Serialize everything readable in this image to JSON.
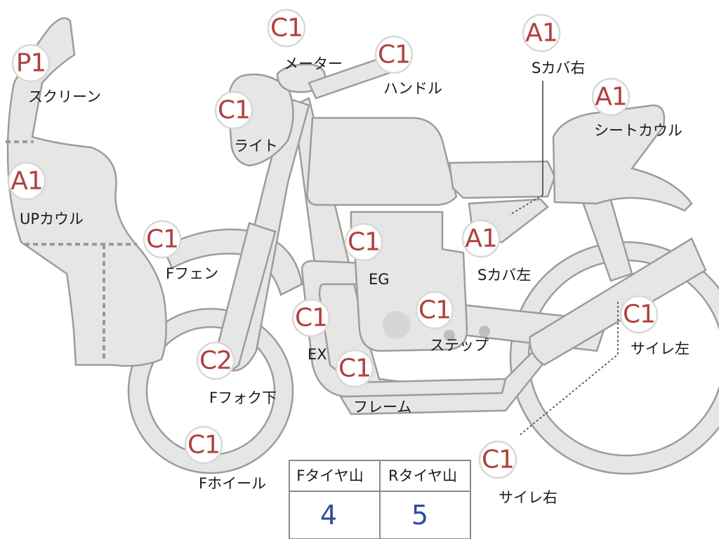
{
  "colors": {
    "badge_text": "#b0413e",
    "part_fill": "#e6e6e4",
    "outline": "#9c9c9c",
    "table_value": "#2e4e9e"
  },
  "parts": [
    {
      "id": "screen",
      "grade": "P1",
      "label": "スクリーン"
    },
    {
      "id": "meter",
      "grade": "C1",
      "label": "メーター"
    },
    {
      "id": "handle",
      "grade": "C1",
      "label": "ハンドル"
    },
    {
      "id": "side-cover-r",
      "grade": "A1",
      "label": "Sカバ右"
    },
    {
      "id": "light",
      "grade": "C1",
      "label": "ライト"
    },
    {
      "id": "seat-cowl",
      "grade": "A1",
      "label": "シートカウル"
    },
    {
      "id": "upper-cowl",
      "grade": "A1",
      "label": "UPカウル"
    },
    {
      "id": "f-fender",
      "grade": "C1",
      "label": "Fフェン"
    },
    {
      "id": "engine",
      "grade": "C1",
      "label": "EG"
    },
    {
      "id": "side-cover-l",
      "grade": "A1",
      "label": "Sカバ左"
    },
    {
      "id": "exhaust",
      "grade": "C1",
      "label": "EX"
    },
    {
      "id": "step",
      "grade": "C1",
      "label": "ステップ"
    },
    {
      "id": "muffler-l",
      "grade": "C1",
      "label": "サイレ左"
    },
    {
      "id": "f-fork-lower",
      "grade": "C2",
      "label": "Fフォク下"
    },
    {
      "id": "frame",
      "grade": "C1",
      "label": "フレーム"
    },
    {
      "id": "f-wheel",
      "grade": "C1",
      "label": "Fホイール"
    },
    {
      "id": "muffler-r",
      "grade": "C1",
      "label": "サイレ右"
    }
  ],
  "tire_table": {
    "front_header": "Fタイヤ山",
    "rear_header": "Rタイヤ山",
    "front_value": "4",
    "rear_value": "5"
  }
}
